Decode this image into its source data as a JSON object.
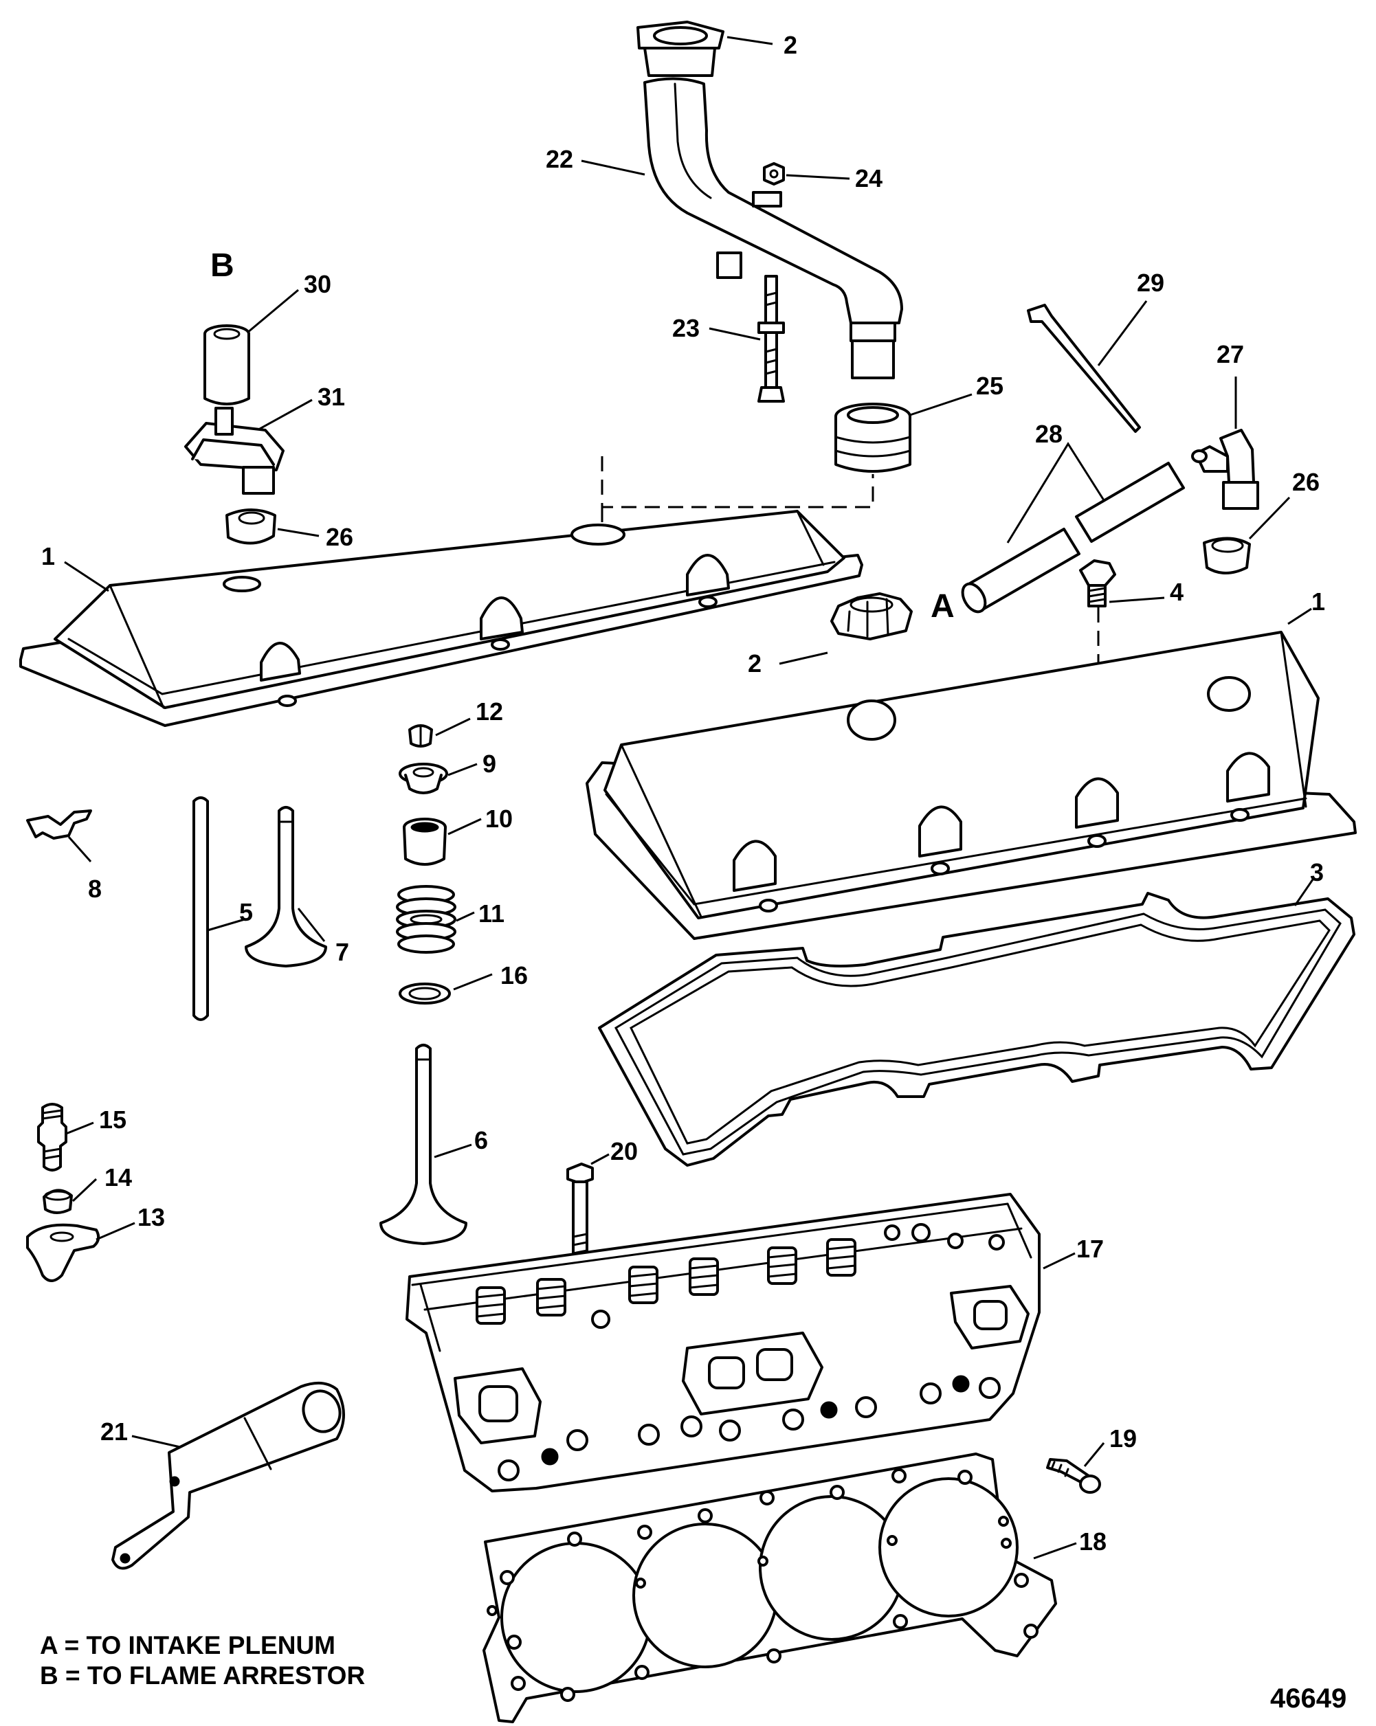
{
  "diagram": {
    "callouts": {
      "c1a": "1",
      "c1b": "1",
      "c2a": "2",
      "c2b": "2",
      "c3": "3",
      "c4": "4",
      "c5": "5",
      "c6": "6",
      "c7": "7",
      "c8": "8",
      "c9": "9",
      "c10": "10",
      "c11": "11",
      "c12": "12",
      "c13": "13",
      "c14": "14",
      "c15": "15",
      "c16": "16",
      "c17": "17",
      "c18": "18",
      "c19": "19",
      "c20": "20",
      "c21": "21",
      "c22": "22",
      "c23": "23",
      "c24": "24",
      "c25": "25",
      "c26a": "26",
      "c26b": "26",
      "c27": "27",
      "c28": "28",
      "c29": "29",
      "c30": "30",
      "c31": "31"
    },
    "connection_a": "A",
    "connection_b": "B"
  },
  "legend": {
    "a": "A = TO INTAKE PLENUM",
    "b": "B = TO FLAME ARRESTOR"
  },
  "figure_number": "46649"
}
